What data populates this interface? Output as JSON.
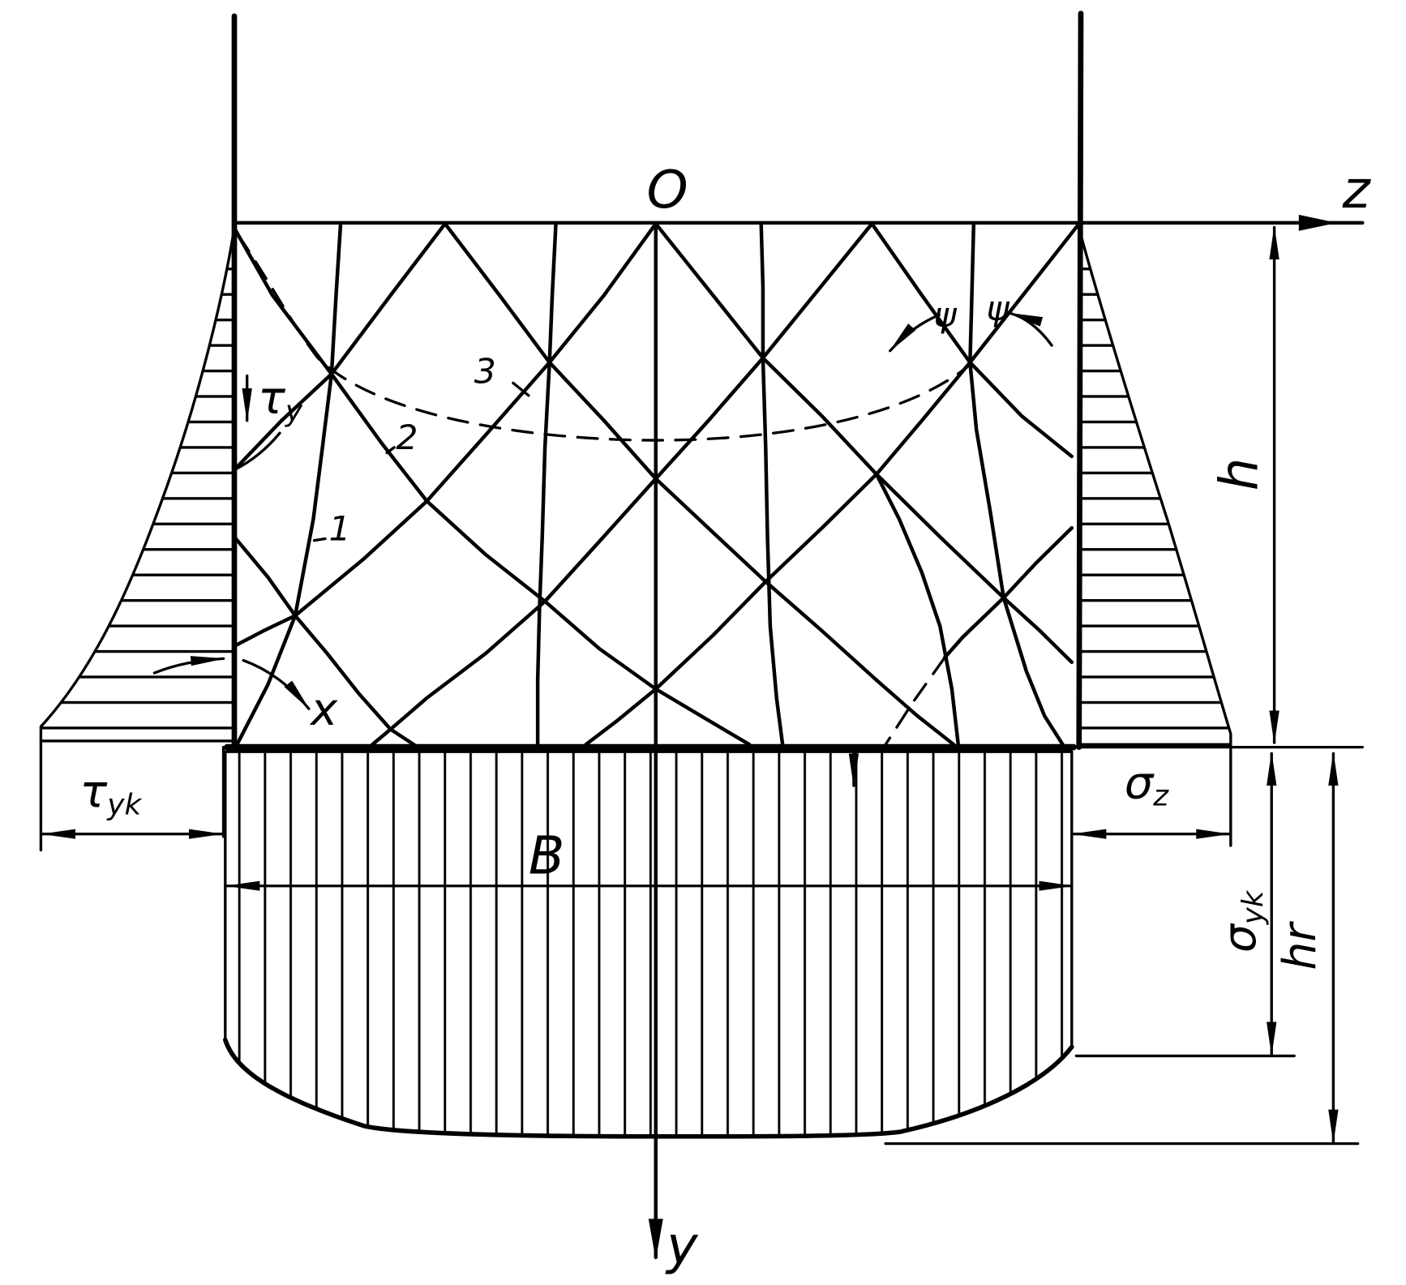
{
  "diagram": {
    "origin_label": "O",
    "z_axis_label": "z",
    "y_axis_label": "y",
    "h_label": "h",
    "tau_y": {
      "symbol": "τ",
      "sub": "y"
    },
    "psi_labels": [
      "ψ",
      "ψ"
    ],
    "line_labels": [
      "1",
      "2",
      "3"
    ],
    "x_label": "x",
    "tau_yk": {
      "symbol": "τ",
      "sub": "yk"
    },
    "width_label": "B",
    "sigma_z": {
      "symbol": "σ",
      "sub": "z"
    },
    "sigma_yk": {
      "symbol": "σ",
      "sub": "yk"
    },
    "h_r": {
      "symbol": "h",
      "sub": "r"
    }
  },
  "colors": {
    "ink": "#000000",
    "paper": "#ffffff"
  }
}
